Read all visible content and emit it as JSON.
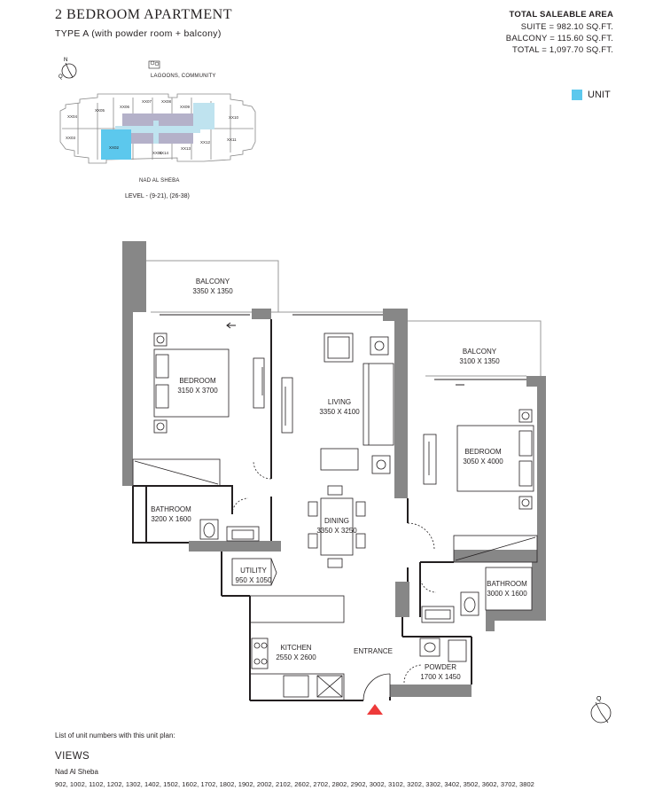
{
  "header": {
    "title": "2 BEDROOM APARTMENT",
    "subtitle": "TYPE A (with powder room + balcony)"
  },
  "area": {
    "title": "TOTAL SALEABLE AREA",
    "suite": "SUITE = 982.10 SQ.FT.",
    "balcony": "BALCONY = 115.60 SQ.FT.",
    "total": "TOTAL = 1,097.70 SQ.FT."
  },
  "legend": {
    "label": "UNIT",
    "color": "#5cc8ed"
  },
  "keyplan": {
    "top_label": "LAGOONS, COMMUNITY",
    "bottom_label": "NAD AL SHEBA",
    "level": "LEVEL - (9-21), (26-38)",
    "compass_n": "N",
    "compass_q": "Q",
    "units": [
      "XX01",
      "XX02",
      "XX03",
      "XX04",
      "XX05",
      "XX06",
      "XX07",
      "XX08",
      "XX09",
      "XX10",
      "XX11",
      "XX12",
      "XX13",
      "XX14"
    ]
  },
  "rooms": {
    "balcony1_name": "BALCONY",
    "balcony1_size": "3350 X 1350",
    "bedroom1_name": "BEDROOM",
    "bedroom1_size": "3150 X 3700",
    "living_name": "LIVING",
    "living_size": "3350 X 4100",
    "balcony2_name": "BALCONY",
    "balcony2_size": "3100 X 1350",
    "bedroom2_name": "BEDROOM",
    "bedroom2_size": "3050 X 4000",
    "bathroom1_name": "BATHROOM",
    "bathroom1_size": "3200 X 1600",
    "dining_name": "DINING",
    "dining_size": "3350 X 3250",
    "utility_name": "UTILITY",
    "utility_size": "950 X 1050",
    "bathroom2_name": "BATHROOM",
    "bathroom2_size": "3000 X 1600",
    "kitchen_name": "KITCHEN",
    "kitchen_size": "2550 X 2600",
    "entrance_name": "ENTRANCE",
    "powder_name": "POWDER",
    "powder_size": "1700 X 1450"
  },
  "compass": {
    "n": "N",
    "q": "Q"
  },
  "footer": {
    "units_label": "List of unit numbers with this unit plan:",
    "views_title": "VIEWS",
    "location": "Nad Al Sheba",
    "unit_list": "902, 1002, 1102, 1202, 1302, 1402, 1502, 1602, 1702, 1802, 1902, 2002, 2102, 2602, 2702, 2802, 2902, 3002, 3102, 3202, 3302, 3402, 3502, 3602, 3702, 3802"
  }
}
